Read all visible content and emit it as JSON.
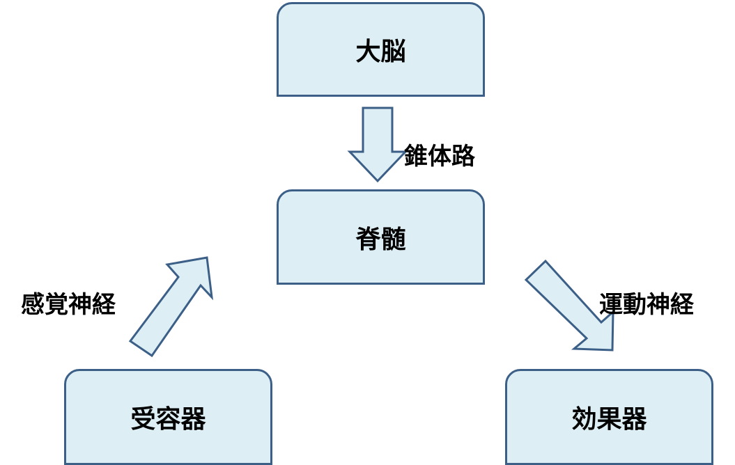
{
  "nodes": {
    "brain": "大脳",
    "spinal_cord": "脊髄",
    "receptor": "受容器",
    "effector": "効果器"
  },
  "edges": {
    "pyramidal_tract": "錐体路",
    "sensory_nerve": "感覚神経",
    "motor_nerve": "運動神経"
  },
  "colors": {
    "node_fill": "#ddeef5",
    "node_border": "#3c5f87",
    "arrow_fill": "#ddeef5",
    "arrow_stroke": "#3c5f87"
  }
}
